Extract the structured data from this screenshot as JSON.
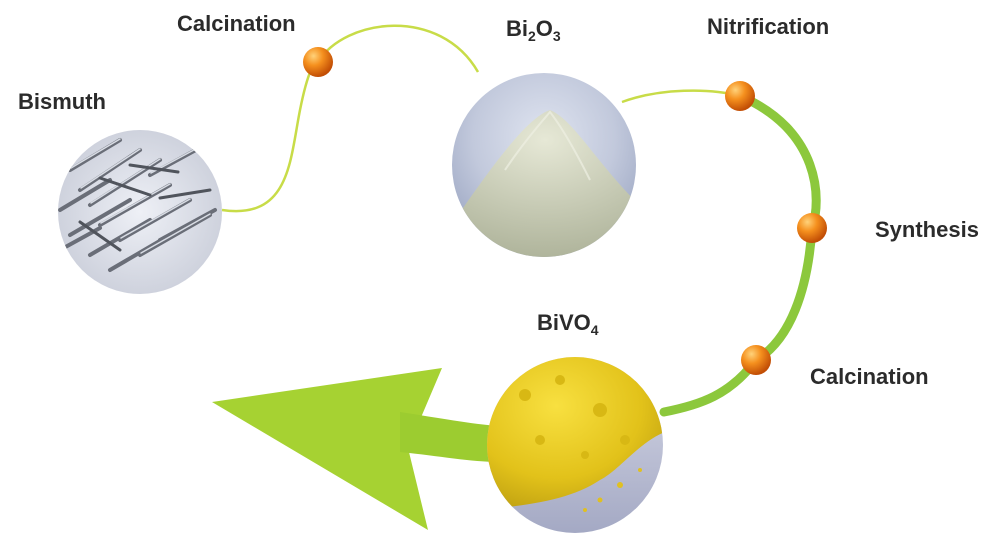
{
  "process": {
    "start_material": {
      "label": "Bismuth"
    },
    "intermediate": {
      "base": "Bi",
      "sub1": "2",
      "mid": "O",
      "sub2": "3"
    },
    "product": {
      "base": "BiVO",
      "sub": "4"
    },
    "steps": [
      {
        "label": "Calcination"
      },
      {
        "label": "Nitrification"
      },
      {
        "label": "Synthesis"
      },
      {
        "label": "Calcination"
      }
    ]
  },
  "colors": {
    "thin_path": "#c8dc48",
    "thick_path": "#8cc83c",
    "arrow": "#a6d232",
    "node": "#f07818",
    "label_text": "#2b2b2b",
    "bismuth_photo": "#b8bcc4",
    "bi2o3_photo": "#c4c8b4",
    "bivo4_photo": "#e8c81a"
  }
}
